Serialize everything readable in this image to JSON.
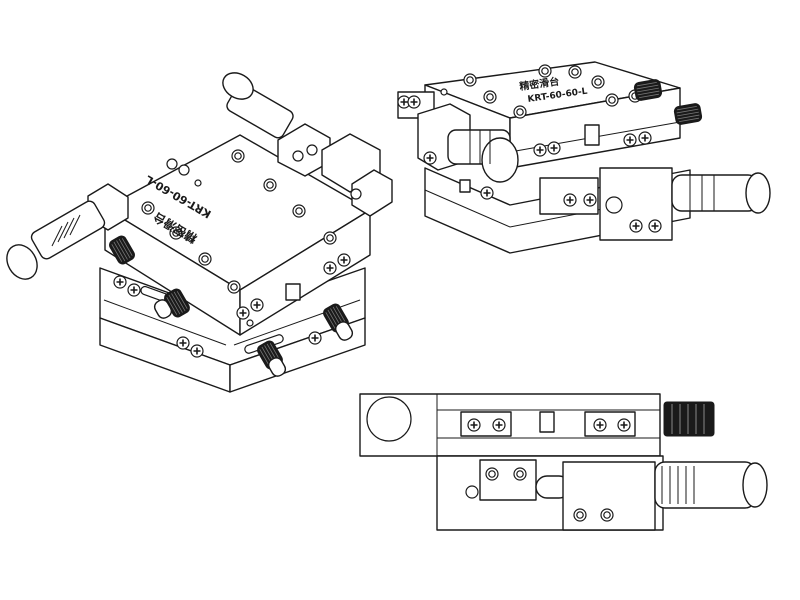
{
  "figure": {
    "views": [
      {
        "id": "left",
        "model_label": "KRT-60-60-L",
        "maker_label": "精密滑台"
      },
      {
        "id": "right",
        "model_label": "KRT-60-60-L",
        "maker_label": "精密滑台"
      },
      {
        "id": "bottom"
      }
    ]
  }
}
